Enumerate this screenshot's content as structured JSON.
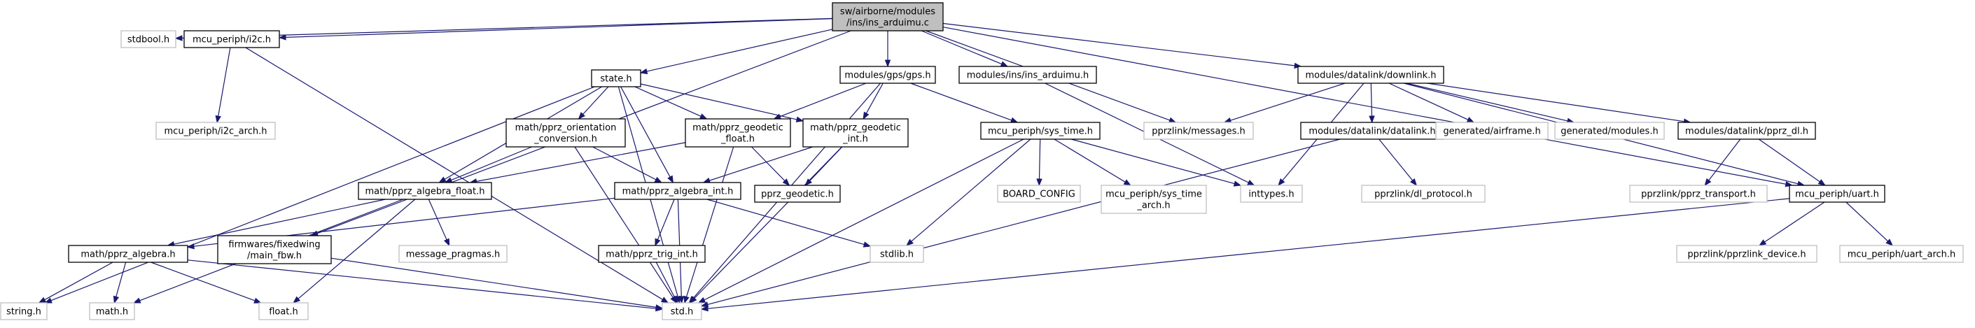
{
  "diagram": {
    "title": "",
    "nodes": [
      {
        "id": "root",
        "lines": [
          "sw/airborne/modules",
          "/ins/ins_arduimu.c"
        ],
        "kind": "root"
      },
      {
        "id": "stdbool",
        "lines": [
          "stdbool.h"
        ],
        "kind": "external"
      },
      {
        "id": "i2c",
        "lines": [
          "mcu_periph/i2c.h"
        ],
        "kind": "documented"
      },
      {
        "id": "state",
        "lines": [
          "state.h"
        ],
        "kind": "documented"
      },
      {
        "id": "gps",
        "lines": [
          "modules/gps/gps.h"
        ],
        "kind": "documented"
      },
      {
        "id": "insard",
        "lines": [
          "modules/ins/ins_arduimu.h"
        ],
        "kind": "documented"
      },
      {
        "id": "downlink",
        "lines": [
          "modules/datalink/downlink.h"
        ],
        "kind": "documented"
      },
      {
        "id": "i2carch",
        "lines": [
          "mcu_periph/i2c_arch.h"
        ],
        "kind": "external"
      },
      {
        "id": "orient",
        "lines": [
          "math/pprz_orientation",
          "_conversion.h"
        ],
        "kind": "documented"
      },
      {
        "id": "geof",
        "lines": [
          "math/pprz_geodetic",
          "_float.h"
        ],
        "kind": "documented"
      },
      {
        "id": "geoi",
        "lines": [
          "math/pprz_geodetic",
          "_int.h"
        ],
        "kind": "documented"
      },
      {
        "id": "systime",
        "lines": [
          "mcu_periph/sys_time.h"
        ],
        "kind": "documented"
      },
      {
        "id": "messages",
        "lines": [
          "pprzlink/messages.h"
        ],
        "kind": "external"
      },
      {
        "id": "datalink",
        "lines": [
          "modules/datalink/datalink.h"
        ],
        "kind": "documented"
      },
      {
        "id": "airframe",
        "lines": [
          "generated/airframe.h"
        ],
        "kind": "external"
      },
      {
        "id": "modulesh",
        "lines": [
          "generated/modules.h"
        ],
        "kind": "external"
      },
      {
        "id": "pprzdl",
        "lines": [
          "modules/datalink/pprz_dl.h"
        ],
        "kind": "documented"
      },
      {
        "id": "algf",
        "lines": [
          "math/pprz_algebra_float.h"
        ],
        "kind": "documented"
      },
      {
        "id": "algi",
        "lines": [
          "math/pprz_algebra_int.h"
        ],
        "kind": "documented"
      },
      {
        "id": "geodetic",
        "lines": [
          "pprz_geodetic.h"
        ],
        "kind": "documented"
      },
      {
        "id": "boardcfg",
        "lines": [
          "BOARD_CONFIG"
        ],
        "kind": "external"
      },
      {
        "id": "systimearch",
        "lines": [
          "mcu_periph/sys_time",
          "_arch.h"
        ],
        "kind": "external"
      },
      {
        "id": "inttypes",
        "lines": [
          "inttypes.h"
        ],
        "kind": "external"
      },
      {
        "id": "dlproto",
        "lines": [
          "pprzlink/dl_protocol.h"
        ],
        "kind": "external"
      },
      {
        "id": "transport",
        "lines": [
          "pprzlink/pprz_transport.h"
        ],
        "kind": "external"
      },
      {
        "id": "uart",
        "lines": [
          "mcu_periph/uart.h"
        ],
        "kind": "documented"
      },
      {
        "id": "mainfbw",
        "lines": [
          "firmwares/fixedwing",
          "/main_fbw.h"
        ],
        "kind": "documented"
      },
      {
        "id": "msgprag",
        "lines": [
          "message_pragmas.h"
        ],
        "kind": "external"
      },
      {
        "id": "alg",
        "lines": [
          "math/pprz_algebra.h"
        ],
        "kind": "documented"
      },
      {
        "id": "trig",
        "lines": [
          "math/pprz_trig_int.h"
        ],
        "kind": "documented"
      },
      {
        "id": "stdlib",
        "lines": [
          "stdlib.h"
        ],
        "kind": "external"
      },
      {
        "id": "device",
        "lines": [
          "pprzlink/pprzlink_device.h"
        ],
        "kind": "external"
      },
      {
        "id": "uartarch",
        "lines": [
          "mcu_periph/uart_arch.h"
        ],
        "kind": "external"
      },
      {
        "id": "string",
        "lines": [
          "string.h"
        ],
        "kind": "external"
      },
      {
        "id": "math",
        "lines": [
          "math.h"
        ],
        "kind": "external"
      },
      {
        "id": "float",
        "lines": [
          "float.h"
        ],
        "kind": "external"
      },
      {
        "id": "std",
        "lines": [
          "std.h"
        ],
        "kind": "external"
      }
    ],
    "edges": [
      [
        "root",
        "stdbool"
      ],
      [
        "root",
        "i2c"
      ],
      [
        "root",
        "state"
      ],
      [
        "root",
        "gps"
      ],
      [
        "root",
        "insard"
      ],
      [
        "root",
        "downlink"
      ],
      [
        "root",
        "messages"
      ],
      [
        "root",
        "mainfbw"
      ],
      [
        "root",
        "uart"
      ],
      [
        "i2c",
        "i2carch"
      ],
      [
        "i2c",
        "std"
      ],
      [
        "state",
        "orient"
      ],
      [
        "state",
        "geof"
      ],
      [
        "state",
        "geoi"
      ],
      [
        "state",
        "algf"
      ],
      [
        "state",
        "algi"
      ],
      [
        "state",
        "std"
      ],
      [
        "state",
        "string"
      ],
      [
        "gps",
        "geof"
      ],
      [
        "gps",
        "geoi"
      ],
      [
        "gps",
        "systime"
      ],
      [
        "gps",
        "std"
      ],
      [
        "insard",
        "inttypes"
      ],
      [
        "downlink",
        "messages"
      ],
      [
        "downlink",
        "datalink"
      ],
      [
        "downlink",
        "airframe"
      ],
      [
        "downlink",
        "modulesh"
      ],
      [
        "downlink",
        "pprzdl"
      ],
      [
        "downlink",
        "inttypes"
      ],
      [
        "downlink",
        "uart"
      ],
      [
        "orient",
        "algf"
      ],
      [
        "orient",
        "algi"
      ],
      [
        "orient",
        "std"
      ],
      [
        "geof",
        "algf"
      ],
      [
        "geof",
        "geodetic"
      ],
      [
        "geof",
        "std"
      ],
      [
        "geoi",
        "algi"
      ],
      [
        "geoi",
        "geodetic"
      ],
      [
        "geoi",
        "std"
      ],
      [
        "systime",
        "boardcfg"
      ],
      [
        "systime",
        "systimearch"
      ],
      [
        "systime",
        "inttypes"
      ],
      [
        "systime",
        "stdlib"
      ],
      [
        "systime",
        "std"
      ],
      [
        "datalink",
        "dlproto"
      ],
      [
        "datalink",
        "std"
      ],
      [
        "pprzdl",
        "transport"
      ],
      [
        "pprzdl",
        "uart"
      ],
      [
        "algf",
        "alg"
      ],
      [
        "algf",
        "msgprag"
      ],
      [
        "algf",
        "float"
      ],
      [
        "algf",
        "math"
      ],
      [
        "algi",
        "alg"
      ],
      [
        "algi",
        "trig"
      ],
      [
        "algi",
        "stdlib"
      ],
      [
        "algi",
        "std"
      ],
      [
        "uart",
        "device"
      ],
      [
        "uart",
        "uartarch"
      ],
      [
        "uart",
        "std"
      ],
      [
        "mainfbw",
        "std"
      ],
      [
        "alg",
        "string"
      ],
      [
        "alg",
        "math"
      ],
      [
        "alg",
        "float"
      ],
      [
        "alg",
        "std"
      ],
      [
        "trig",
        "std"
      ]
    ]
  },
  "colors": {
    "root_fill": "#bfbfbf",
    "root_stroke": "#000000",
    "documented_fill": "#ffffff",
    "documented_stroke": "#000000",
    "external_fill": "#ffffff",
    "external_stroke": "#bfbfbf",
    "edge": "#191970",
    "text": "#000000",
    "external_text": "#000000"
  }
}
